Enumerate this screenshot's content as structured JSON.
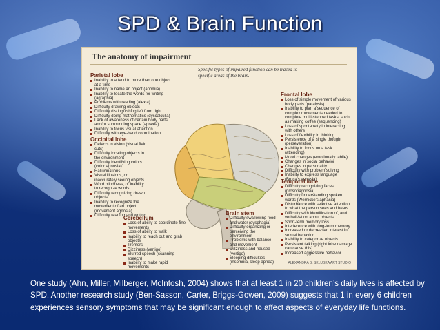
{
  "slide": {
    "title": "SPD & Brain Function",
    "caption": "One study (Ahn, Miller, Milberger, McIntosh, 2004) shows that at least 1 in 20 children’s daily lives is affected by SPD. Another research study (Ben-Sasson, Carter, Briggs-Gowen, 2009) suggests that 1 in every 6 children experiences sensory symptoms that may be significant enough to affect aspects of everyday life functions."
  },
  "figure": {
    "heading": "The anatomy of impairment",
    "note": "Specific types of impaired function can be traced to specific areas of the brain.",
    "sections": {
      "parietal": {
        "label": "Parietal lobe",
        "items": [
          "Inability to attend to more than one object at a time",
          "Inability to name an object (anomia)",
          "Inability to locate the words for writing (agraphia)",
          "Problems with reading (alexia)",
          "Difficulty drawing objects",
          "Difficulty distinguishing left from right",
          "Difficulty doing mathematics (dyscalculia)",
          "Lack of awareness of certain body parts and/or surrounding space (apraxia)",
          "Inability to focus visual attention",
          "Difficulty with eye-hand coordination"
        ]
      },
      "occipital": {
        "label": "Occipital lobe",
        "items": [
          "Defects in vision (visual field cuts)",
          "Difficulty locating objects in the environment",
          "Difficulty identifying colors (color agnosia)",
          "Hallucinations",
          "Visual illusions, or inaccurately seeing objects",
          "Word blindness, or inability to recognize words",
          "Difficulty recognizing drawn objects",
          "Inability to recognize the movement of an object (movement agnosia)",
          "Difficulty reading and writing"
        ]
      },
      "cerebellum": {
        "label": "Cerebellum",
        "items": [
          "Loss of ability to coordinate fine movements",
          "Loss of ability to walk",
          "Inability to reach out and grab objects",
          "Tremors",
          "Dizziness (vertigo)",
          "Slurred speech (scanning speech)",
          "Inability to make rapid movements"
        ]
      },
      "frontal": {
        "label": "Frontal lobe",
        "items": [
          "Loss of simple movement of various body parts (paralysis)",
          "Inability to plan a sequence of complex movements needed to complete multi-stepped tasks, such as making coffee (sequencing)",
          "Loss of spontaneity in interacting with others",
          "Loss of flexibility in thinking",
          "Persistence of a single thought (perseveration)",
          "Inability to focus on a task (attending)",
          "Mood changes (emotionally labile)",
          "Changes in social behavior",
          "Changes in personality",
          "Difficulty with problem solving",
          "Inability to express language (Broca's aphasia)"
        ]
      },
      "temporal": {
        "label": "Temporal lobe",
        "items": [
          "Difficulty recognizing faces (prosopagnosia)",
          "Difficulty understanding spoken words (Wernicke's aphasia)",
          "Disturbance with selective attention to what the person sees and hears",
          "Difficulty with identification of, and verbalization about objects",
          "Short-term memory loss",
          "Interference with long-term memory",
          "Increased or decreased interest in sexual behavior",
          "Inability to categorize objects",
          "Persistent talking (right lobe damage can cause this)",
          "Increased aggressive behavior"
        ]
      },
      "stem": {
        "label": "Brain stem",
        "items": [
          "Difficulty swallowing food and water (dysphagia)",
          "Difficulty organizing or perceiving the environment",
          "Problems with balance and movement",
          "Dizziness and nausea (vertigo)",
          "Sleeping difficulties (insomnia, sleep apnea)"
        ]
      }
    },
    "credit": "ALEXANDRA B. SKLUBKA ART STUDIO"
  },
  "colors": {
    "background": "#1b3e8a",
    "title_text": "#ffffff",
    "panel": "#f4ebd8",
    "frontal": "#d9d7cf",
    "parietal": "#f1d27a",
    "occipital": "#e8b85a",
    "temporal": "#c9cf7a",
    "cerebellum": "#d7cfc0",
    "stem": "#cfc6b6"
  }
}
